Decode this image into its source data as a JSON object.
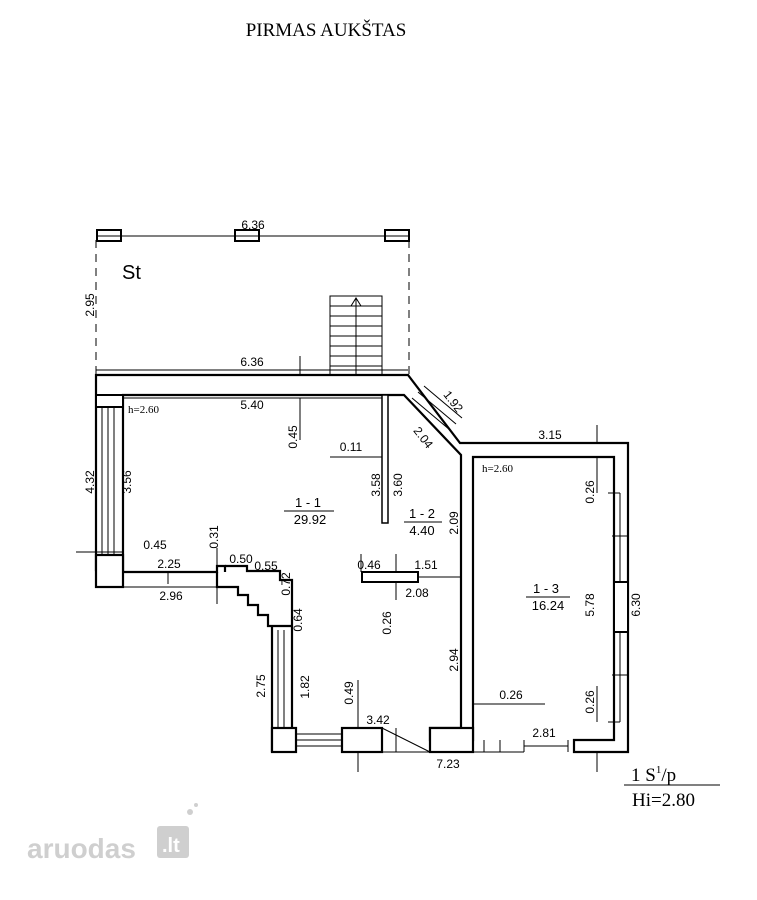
{
  "title": "PIRMAS AUKŠTAS",
  "terrace_label": "St",
  "rooms": [
    {
      "id": "1 - 1",
      "area": "29.92",
      "height": "h=2.60"
    },
    {
      "id": "1 - 2",
      "area": "4.40"
    },
    {
      "id": "1 - 3",
      "area": "16.24",
      "height": "h=2.60"
    }
  ],
  "dimensions": {
    "terrace_width": "6.36",
    "terrace_depth": "2.95",
    "top_wall": "6.36",
    "diag_outer": "1.92",
    "diag_inner": "2.04",
    "right_top": "3.15",
    "inner_top": "5.40",
    "left_outer": "4.32",
    "left_inner": "3.56",
    "v045": "0.45",
    "d011": "0.11",
    "d358": "3.58",
    "d360": "3.60",
    "d209": "2.09",
    "d031": "0.31",
    "d045b": "0.45",
    "d050": "0.50",
    "d055": "0.55",
    "d225": "2.25",
    "d296": "2.96",
    "d072": "0.72",
    "d064": "0.64",
    "d046": "0.46",
    "d151": "1.51",
    "d208": "2.08",
    "d026a": "0.26",
    "d275": "2.75",
    "d182": "1.82",
    "d049": "0.49",
    "d342": "3.42",
    "d294": "2.94",
    "d026b": "0.26",
    "d723": "7.23",
    "d281": "2.81",
    "d026c": "0.26",
    "d026d": "0.26",
    "d578": "5.78",
    "d630": "6.30"
  },
  "scale_note": {
    "line1": "1 S",
    "sup": "1",
    "line1_end": "/p",
    "line2": "Hi=2.80"
  },
  "watermark": {
    "brand": "aruodas",
    "tld": ".lt"
  }
}
